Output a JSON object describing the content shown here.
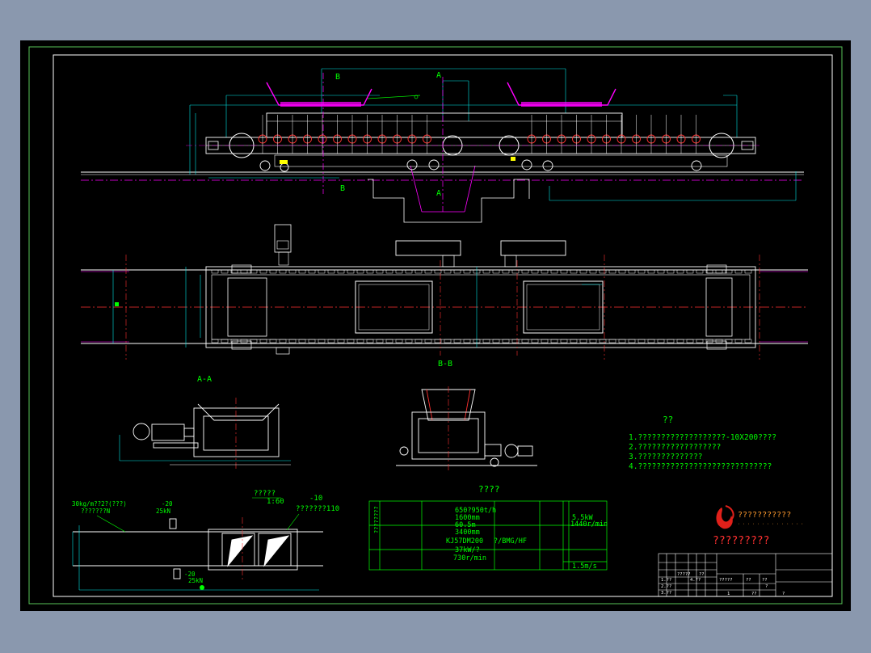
{
  "colors": {
    "bg": "#8a98ae",
    "sheet": "#000000",
    "frame": "#ffffff",
    "border": "#58c458",
    "white": "#ffffff",
    "magenta": "#ff00ff",
    "cyan": "#00e5e5",
    "green": "#00ff00",
    "yellow": "#ffff00",
    "red": "#ff3030",
    "logo_red": "#e0201a",
    "logo_text": "#ff9a2e"
  },
  "labels": {
    "section_b_top": "B",
    "section_b_bottom": "B",
    "section_a_top": "A",
    "section_a_bottom": "A",
    "view_bb": "B-B",
    "view_aa": "A-A",
    "notes_title": "??",
    "spec_title": "????",
    "detail_title": "?????",
    "detail_scale": "1:60",
    "detail_minus10": "-10",
    "detail_110": "???????110",
    "detail_left1": "30kg/m??2?(???)",
    "detail_left2": "???????N",
    "detail_m20a": "-20",
    "detail_25kna": "25kN",
    "detail_m20b": "-20",
    "detail_25knb": "25kN",
    "company_title": "?????????",
    "company_logo_text": "???????????",
    "company_logo_sub": "· · · · · · · · · · · · · ·"
  },
  "notes": [
    "1.???????????????????-10X200????",
    "2.??????????????????",
    "3.??????????????",
    "4.?????????????????????????????"
  ],
  "spec_table": {
    "left_column_text": "????????",
    "values_mid": [
      "650?950t/h",
      "1600mm",
      "60.5m",
      "3400mm",
      "KJ57DM200",
      "37kW/?",
      "730r/min"
    ],
    "value_bmg": "?/BMG/HF",
    "values_right": [
      "5.5kW",
      "1440r/min"
    ],
    "value_speed": "1.5m/s"
  },
  "title_block": {
    "cells_a": [
      "1.??",
      "2.??",
      "3.??",
      "4.??"
    ],
    "cells_b": "?????",
    "cells_c": "??",
    "cells_d": "1",
    "cells_e": "??",
    "cells_f": "?",
    "cells_g": "?????",
    "cells_h": "??",
    "cells_i": "?",
    "cells_j": "??"
  }
}
